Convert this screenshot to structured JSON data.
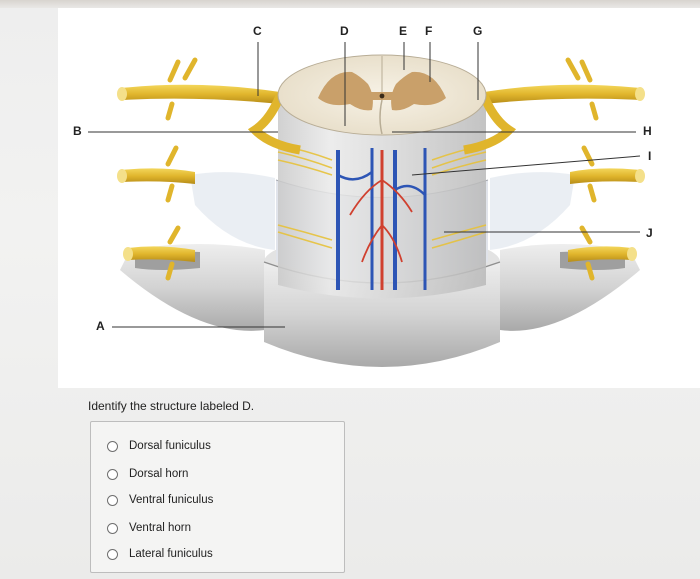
{
  "labels": {
    "A": "A",
    "B": "B",
    "C": "C",
    "D": "D",
    "E": "E",
    "F": "F",
    "G": "G",
    "H": "H",
    "I": "I",
    "J": "J"
  },
  "question": "Identify the structure labeled D.",
  "options": [
    "Dorsal funiculus",
    "Dorsal horn",
    "Ventral funiculus",
    "Ventral horn",
    "Lateral funiculus"
  ],
  "colors": {
    "nerve": "#e7c23b",
    "artery": "#d0402f",
    "vein": "#2d55b5",
    "gray_matter": "#c9a06a",
    "white_matter": "#f3ecdd"
  }
}
